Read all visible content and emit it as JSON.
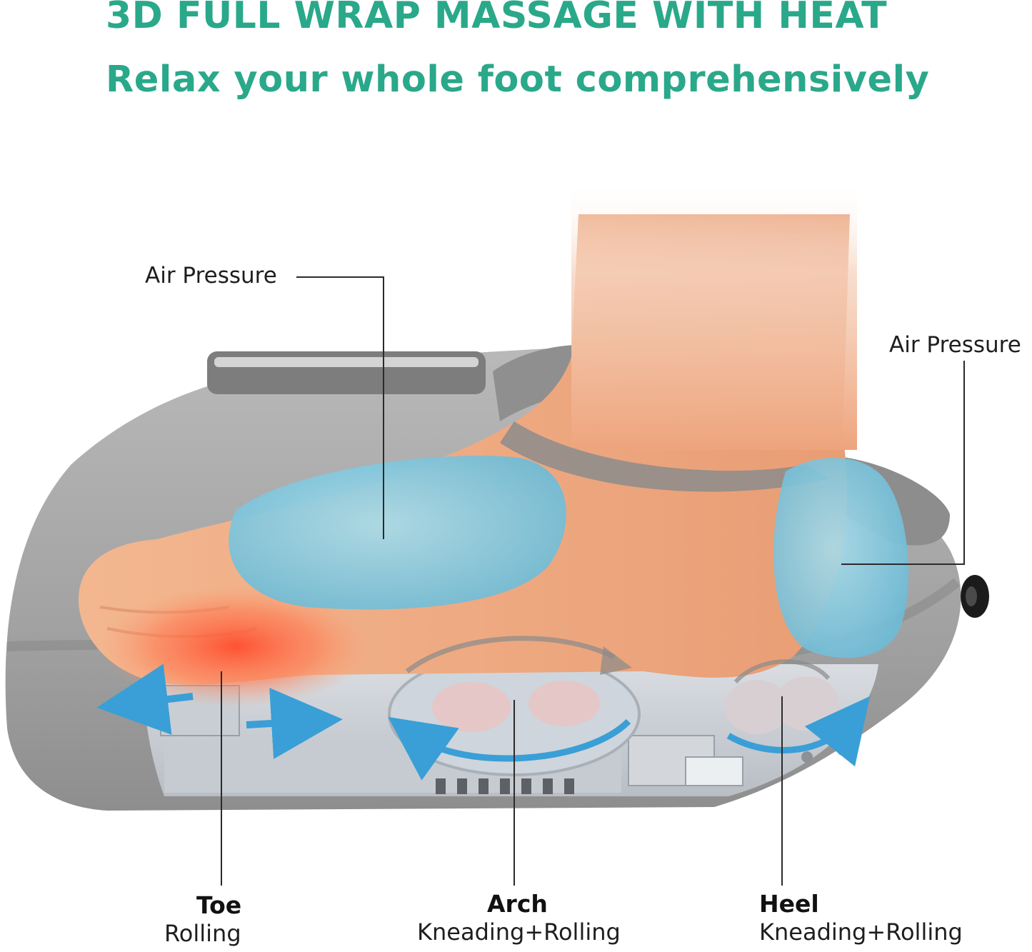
{
  "headline": {
    "title": "3D FULL WRAP MASSAGE WITH HEAT",
    "subtitle": "Relax your whole foot comprehensively",
    "color": "#2aa88a"
  },
  "callouts": {
    "upper_air": "Air Pressure",
    "heel_air": "Air Pressure"
  },
  "zones": [
    {
      "title": "Toe",
      "subtitle": "Rolling"
    },
    {
      "title": "Arch",
      "subtitle": "Kneading+Rolling"
    },
    {
      "title": "Heel",
      "subtitle": "Kneading+Rolling"
    }
  ],
  "colors": {
    "shell": "#a3a3a3",
    "air_bag": "#8ecfe3",
    "arrow": "#3a9fd6",
    "heat": "#ff6a4a",
    "skin": "#f2b48f"
  },
  "icons": [
    "horizontal-arrows-icon",
    "rotation-arrow-icon",
    "rotation-arrow-icon"
  ]
}
